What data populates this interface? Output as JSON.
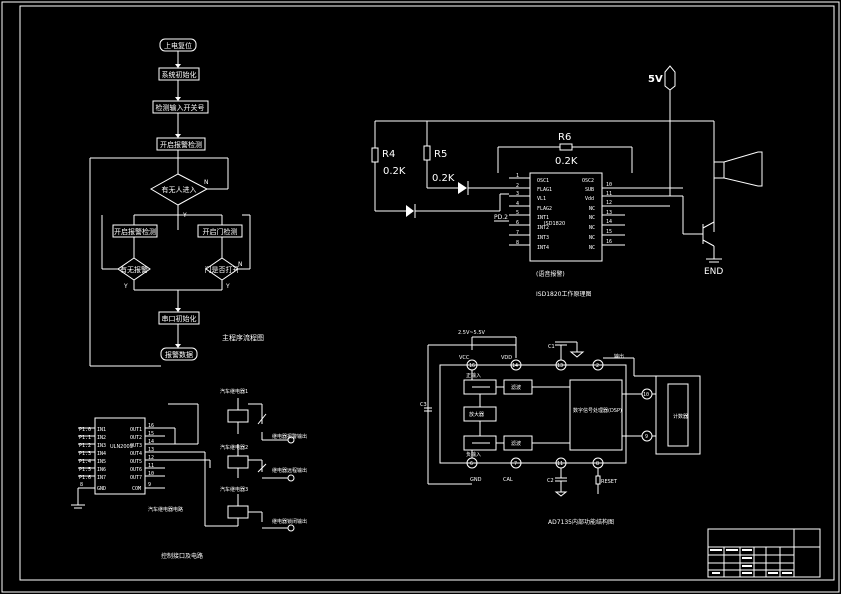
{
  "flowchart": {
    "power_on": "上电复位",
    "init": "系统初始化",
    "detect_signal": "检测输入开关号",
    "open_display": "开启报警检测",
    "decision_enter": "有无人进入",
    "branch_yes": "Y",
    "branch_no": "N",
    "open_alarm_left": "开启报警检测",
    "open_door_right": "开启门检测",
    "decision_left": "有无报警",
    "decision_right": "门是否打开",
    "no_right": "N",
    "y_left": "Y",
    "y_right": "Y",
    "serial_init": "串口初始化",
    "send_data": "报警数据",
    "caption": "主程序流程图"
  },
  "isd": {
    "r4_label": "R4",
    "r5_label": "R5",
    "r6_label": "R6",
    "r6_value": "0.2K",
    "r4_value": "0.2K",
    "r5_value": "0.2K",
    "vcc_label": "5V",
    "gnd_label": "END",
    "chip_name": "ISD1820",
    "pins_left": [
      "1",
      "2",
      "3",
      "4",
      "5",
      "6",
      "7",
      "8"
    ],
    "pins_right": [
      "10",
      "11",
      "12",
      "13",
      "14",
      "15",
      "16"
    ],
    "sig_left": [
      "OSC1",
      "FLAG1",
      "VL1",
      "FLAG2",
      "INT1",
      "INT2",
      "INT3",
      "INT4"
    ],
    "sig_right": [
      "OSC2",
      "SUB",
      "Vdd",
      "NC",
      "NC",
      "NC",
      "NC",
      "NC"
    ],
    "pd2_label": "PD.2",
    "sub_caption": "(语音报警)",
    "caption": "ISD1820工作原理图"
  },
  "relay": {
    "chip_name": "ULN2003",
    "left_pins": [
      "P1.0",
      "P1.1",
      "P1.2",
      "P1.3",
      "P1.4",
      "P1.5",
      "P1.6"
    ],
    "left_sigs": [
      "IN1",
      "IN2",
      "IN3",
      "IN4",
      "IN5",
      "IN6",
      "IN7"
    ],
    "right_pins": [
      "16",
      "15",
      "14",
      "13",
      "12",
      "11",
      "10"
    ],
    "right_sigs": [
      "OUT1",
      "OUT2",
      "OUT3",
      "OUT4",
      "OUT5",
      "OUT6",
      "OUT7"
    ],
    "gnd_pin": "8",
    "gnd_sig": "GND",
    "com_pin": "9",
    "com_sig": "COM",
    "relay1": "汽车继电器1",
    "relay2": "汽车继电器2",
    "relay3": "汽车继电器3",
    "out1": "继电器报警输出",
    "out2": "继电器远程输出",
    "out3": "继电器锁闭输出",
    "sub_caption": "汽车继电器电路",
    "caption": "控制接口及电路"
  },
  "adc": {
    "supply_label": "2.5V~5.5V",
    "vcc_label": "VCC",
    "vdd_label": "VDD",
    "pin_16": "16",
    "pin_14": "14",
    "pin_13": "13",
    "pin_2": "2",
    "pin_10": "10",
    "pin_9": "9",
    "pin_6": "6",
    "pin_7": "7",
    "pin_11": "11",
    "pin_8": "8",
    "c1": "C1",
    "c2": "C2",
    "c3": "C3",
    "comp_top": "正输入",
    "comp_bottom": "负输入",
    "filter_top": "滤波",
    "filter_bottom": "滤波",
    "amp": "放大器",
    "core": "数字信号处理器(DSP)",
    "out_label": "计数器",
    "out_pin_label": "输出",
    "gnd_label": "GND",
    "cal_label": "CAL",
    "reset_label": "RESET",
    "caption": "AD7135内部功能结构图"
  },
  "title_block": {
    "rows": [
      "",
      "",
      "",
      ""
    ]
  }
}
